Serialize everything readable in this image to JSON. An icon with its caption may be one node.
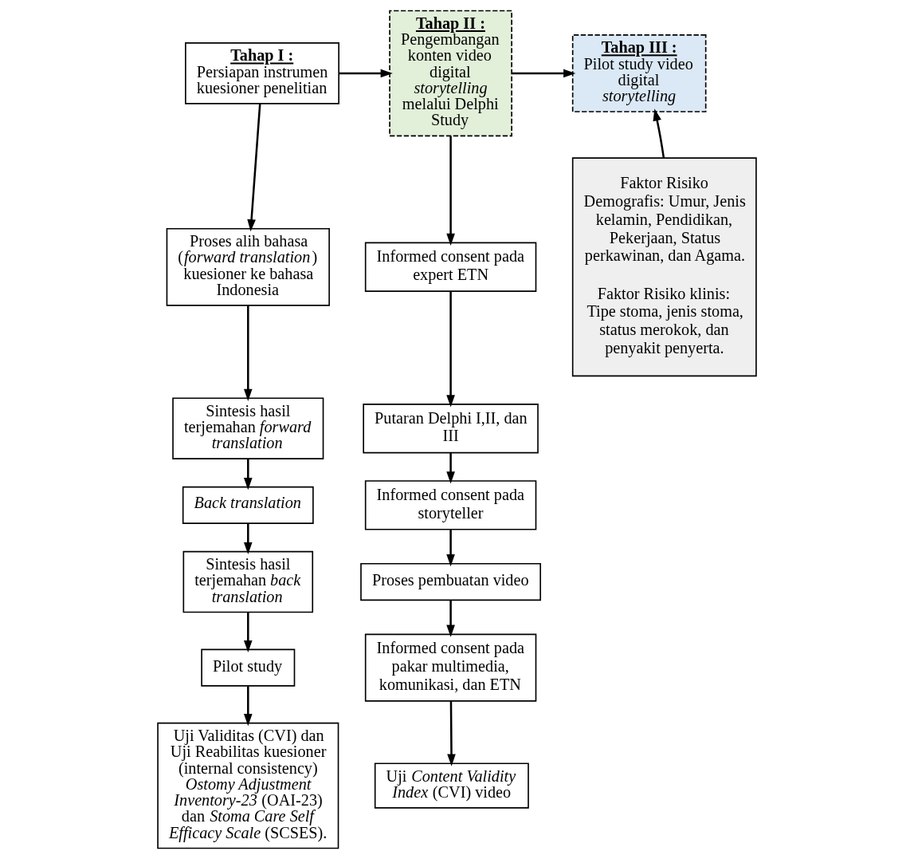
{
  "diagram": {
    "nodes": [
      {
        "text": [
          "Tahap I :",
          "Persiapan instrumen kuesioner penelitian"
        ]
      },
      {
        "text": [
          "Proses alih bahasa (*forward translation*) kuesioner ke bahasa Indonesia"
        ]
      },
      {
        "text": [
          "Sintesis hasil terjemahan *forward translation*"
        ]
      },
      {
        "text": [
          "*Back translation*"
        ]
      },
      {
        "text": [
          "Sintesis hasil terjemahan *back translation*"
        ]
      },
      {
        "text": [
          "Pilot study"
        ]
      },
      {
        "text": [
          "Uji Validitas (CVI) dan Uji Reabilitas kuesioner (internal consistency) *Ostomy Adjustment Inventory-23* (OAI-23) dan *Stoma Care Self Efficacy Scale* (SCSES)."
        ]
      },
      {
        "text": [
          "Tahap II :",
          "Pengembangan konten video digital *storytelling* melalui Delphi Study"
        ]
      },
      {
        "text": [
          "Informed consent pada expert ETN"
        ]
      },
      {
        "text": [
          "Putaran Delphi I,II, dan III"
        ]
      },
      {
        "text": [
          "Informed consent pada storyteller"
        ]
      },
      {
        "text": [
          "Proses pembuatan video"
        ]
      },
      {
        "text": [
          "Informed consent pada pakar multimedia, komunikasi, dan ETN"
        ]
      },
      {
        "text": [
          "Uji *Content Validity Index* (CVI) video"
        ]
      },
      {
        "text": [
          "Tahap III :",
          "Pilot study video digital *storytelling*"
        ]
      },
      {
        "text": [
          "Faktor Risiko Demografis: Umur, Jenis kelamin, Pendidikan, Pekerjaan, Status perkawinan, dan Agama.",
          "Faktor Risiko klinis: Tipe stoma, jenis stoma, status merokok, dan penyakit penyerta."
        ]
      }
    ],
    "edges": [
      {
        "from": 0,
        "to": 1,
        "arrow": "to"
      },
      {
        "from": 1,
        "to": 2,
        "arrow": "to"
      },
      {
        "from": 2,
        "to": 3,
        "arrow": "to"
      },
      {
        "from": 3,
        "to": 4,
        "arrow": "to"
      },
      {
        "from": 4,
        "to": 5,
        "arrow": "to"
      },
      {
        "from": 5,
        "to": 6,
        "arrow": "to"
      },
      {
        "from": 0,
        "to": 7,
        "arrow": "to"
      },
      {
        "from": 7,
        "to": 8,
        "arrow": "to"
      },
      {
        "from": 8,
        "to": 9,
        "arrow": "to"
      },
      {
        "from": 9,
        "to": 10,
        "arrow": "to"
      },
      {
        "from": 10,
        "to": 11,
        "arrow": "to"
      },
      {
        "from": 11,
        "to": 12,
        "arrow": "to"
      },
      {
        "from": 12,
        "to": 13,
        "arrow": "to"
      },
      {
        "from": 7,
        "to": 14,
        "arrow": "to"
      },
      {
        "from": 15,
        "to": 14,
        "arrow": "to"
      }
    ]
  }
}
